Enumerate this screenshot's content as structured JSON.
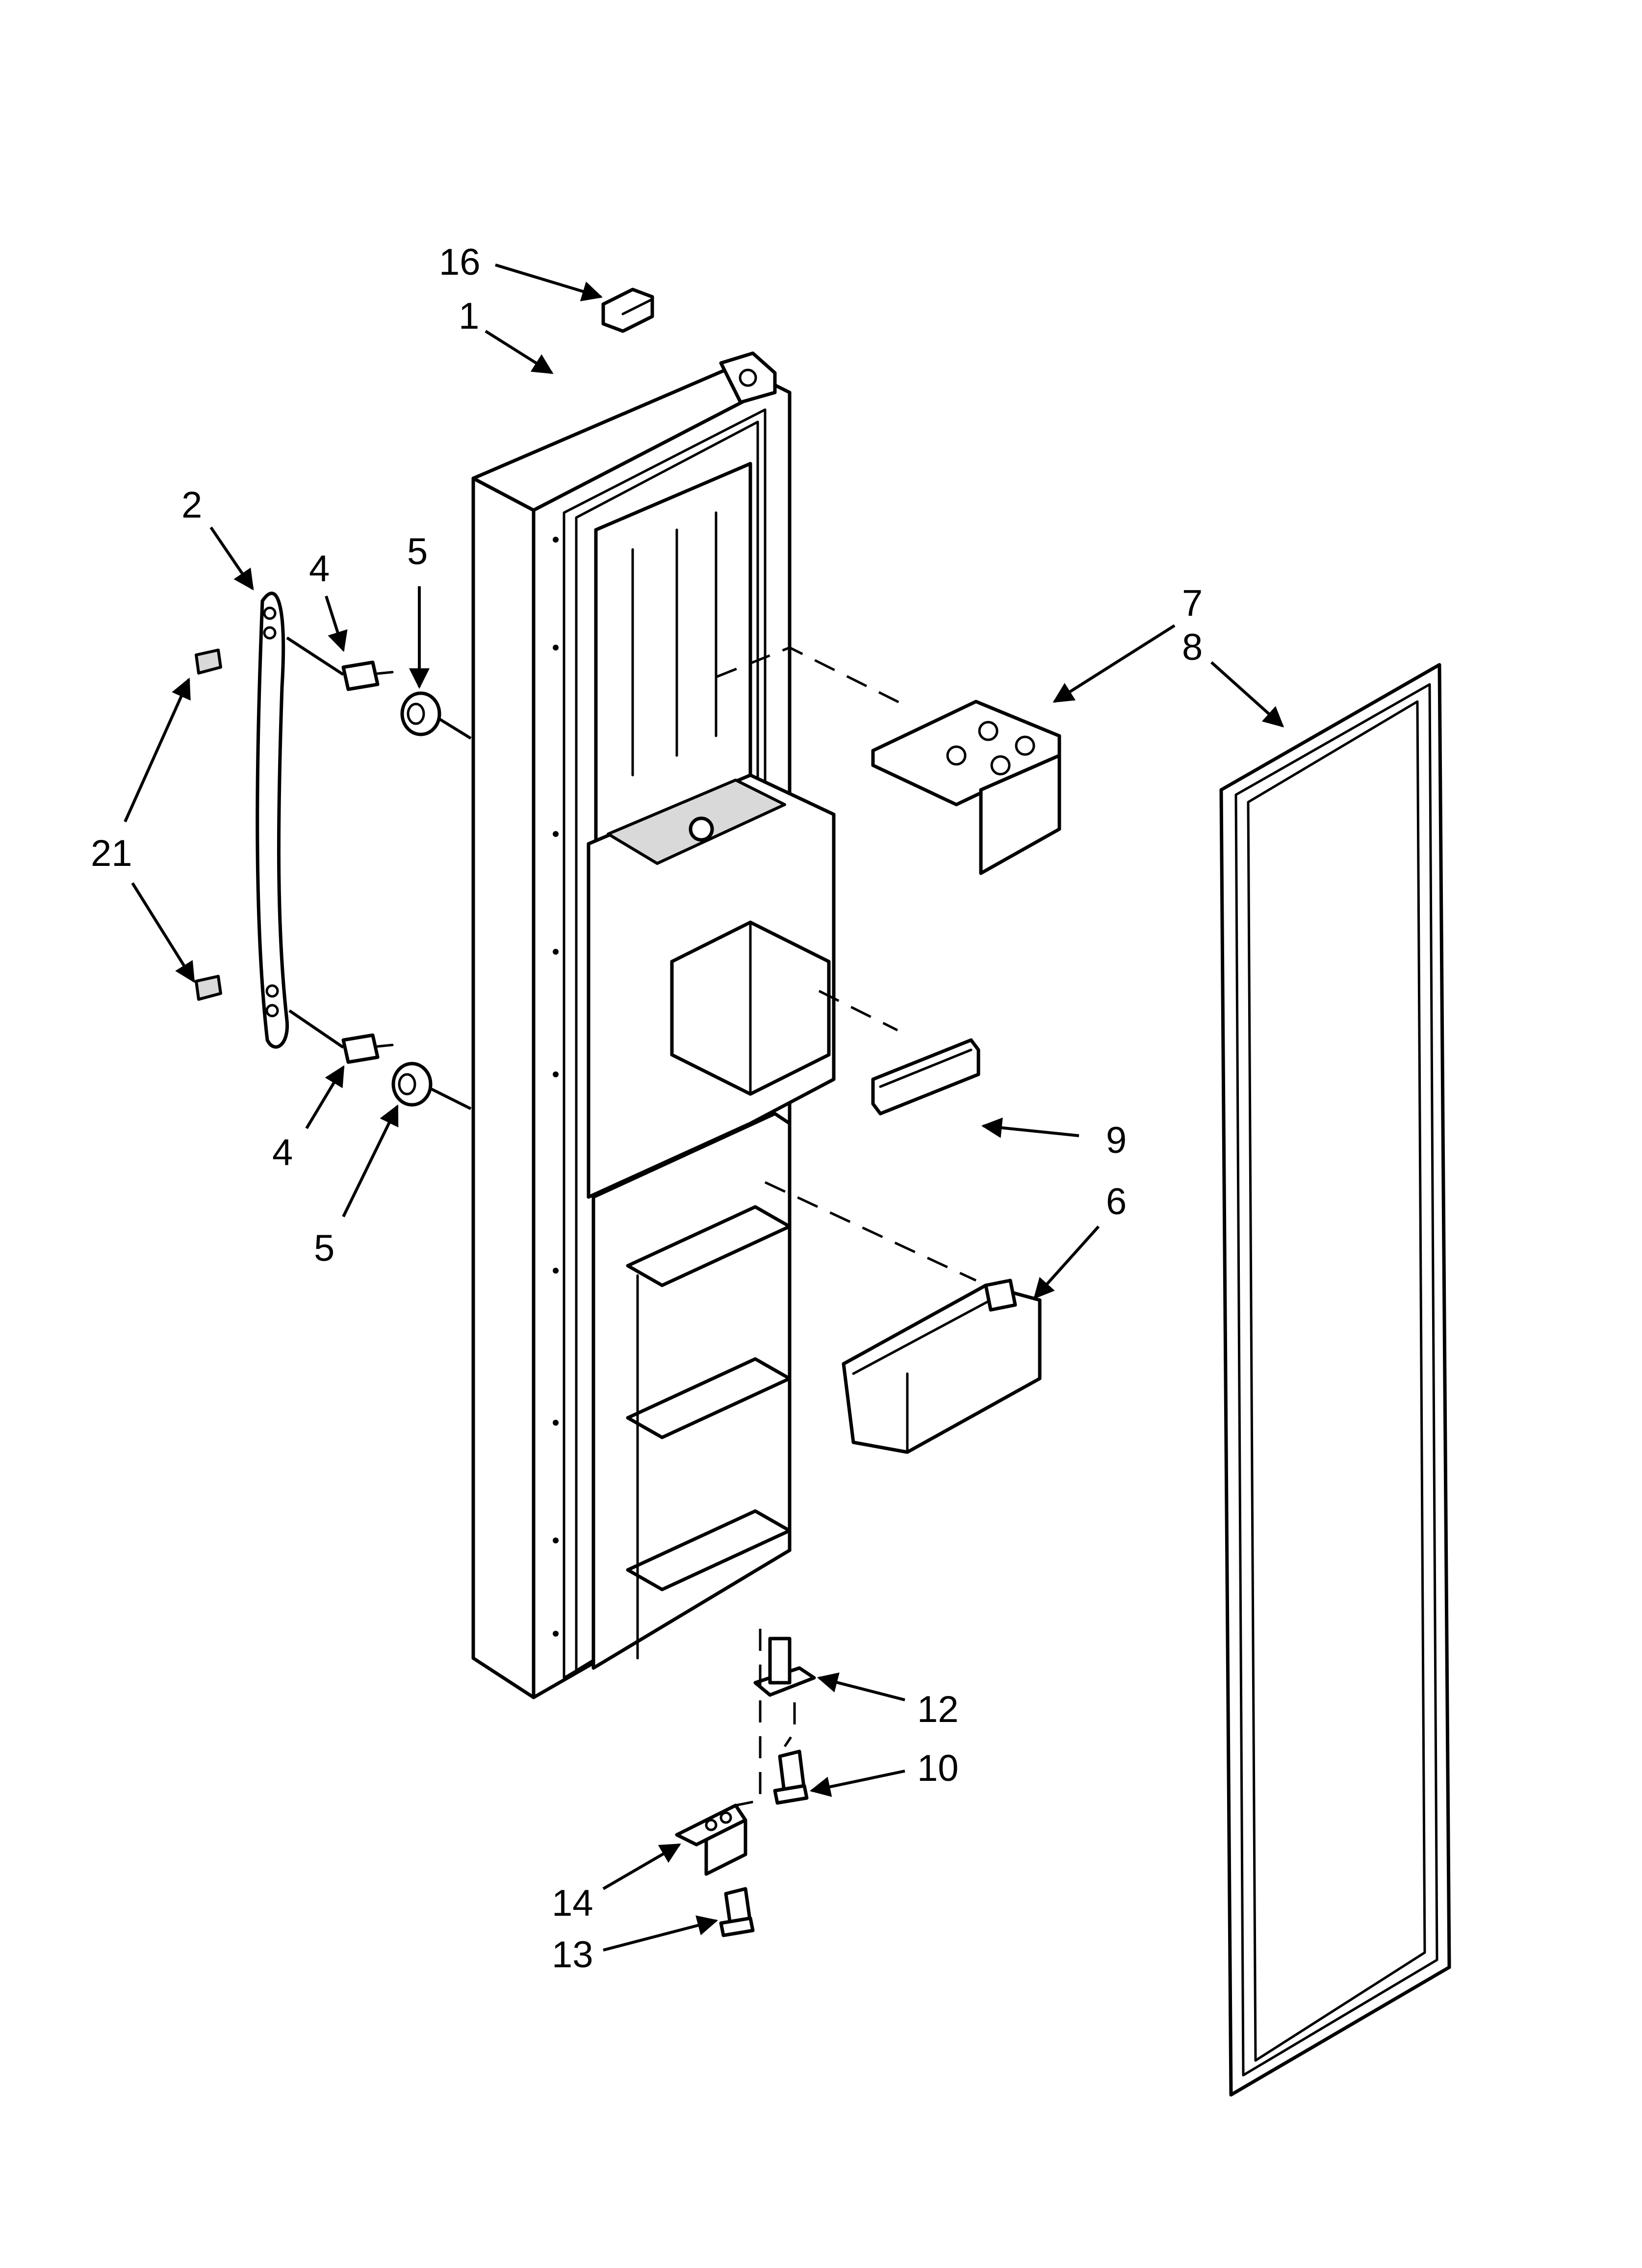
{
  "callouts": {
    "c1": "1",
    "c2": "2",
    "c4a": "4",
    "c4b": "4",
    "c5a": "5",
    "c5b": "5",
    "c6": "6",
    "c7": "7",
    "c8": "8",
    "c9": "9",
    "c10": "10",
    "c12": "12",
    "c13": "13",
    "c14": "14",
    "c16": "16",
    "c21": "21"
  }
}
